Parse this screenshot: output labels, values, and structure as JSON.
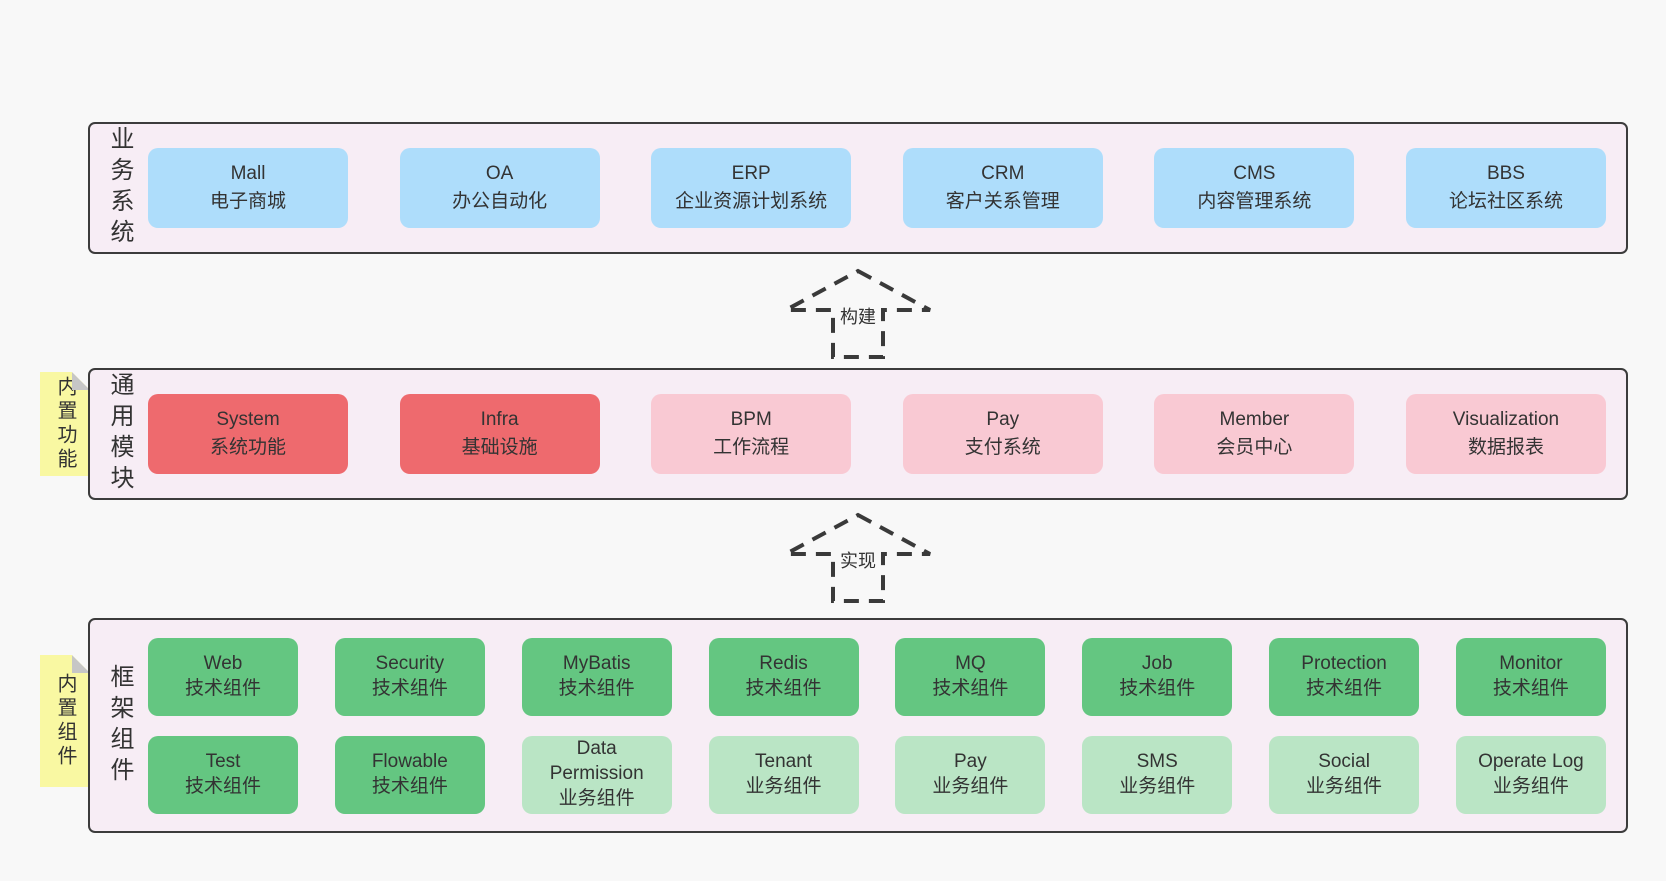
{
  "colors": {
    "page_bg": "#f8f8f8",
    "container_bg": "#f7edf5",
    "container_border": "#3c3c3c",
    "blue": "#aeddfb",
    "red": "#ee6a6e",
    "pink": "#f9c9d3",
    "green_dark": "#64c681",
    "green_light": "#bae5c5",
    "note_yellow": "#f9f8a2",
    "text": "#333333"
  },
  "arrows": [
    {
      "label": "构建"
    },
    {
      "label": "实现"
    }
  ],
  "layers": {
    "business": {
      "label": "业务系统",
      "boxes": [
        {
          "name": "Mall",
          "desc": "电子商城"
        },
        {
          "name": "OA",
          "desc": "办公自动化"
        },
        {
          "name": "ERP",
          "desc": "企业资源计划系统"
        },
        {
          "name": "CRM",
          "desc": "客户关系管理"
        },
        {
          "name": "CMS",
          "desc": "内容管理系统"
        },
        {
          "name": "BBS",
          "desc": "论坛社区系统"
        }
      ]
    },
    "modules": {
      "label": "通用模块",
      "note": "内置功能",
      "boxes": [
        {
          "name": "System",
          "desc": "系统功能"
        },
        {
          "name": "Infra",
          "desc": "基础设施"
        },
        {
          "name": "BPM",
          "desc": "工作流程"
        },
        {
          "name": "Pay",
          "desc": "支付系统"
        },
        {
          "name": "Member",
          "desc": "会员中心"
        },
        {
          "name": "Visualization",
          "desc": "数据报表"
        }
      ]
    },
    "components": {
      "label": "框架组件",
      "note": "内置组件",
      "rows": [
        [
          {
            "name": "Web",
            "desc": "技术组件"
          },
          {
            "name": "Security",
            "desc": "技术组件"
          },
          {
            "name": "MyBatis",
            "desc": "技术组件"
          },
          {
            "name": "Redis",
            "desc": "技术组件"
          },
          {
            "name": "MQ",
            "desc": "技术组件"
          },
          {
            "name": "Job",
            "desc": "技术组件"
          },
          {
            "name": "Protection",
            "desc": "技术组件"
          },
          {
            "name": "Monitor",
            "desc": "技术组件"
          }
        ],
        [
          {
            "name": "Test",
            "desc": "技术组件"
          },
          {
            "name": "Flowable",
            "desc": "技术组件"
          },
          {
            "name": "Data Permission",
            "desc": "业务组件"
          },
          {
            "name": "Tenant",
            "desc": "业务组件"
          },
          {
            "name": "Pay",
            "desc": "业务组件"
          },
          {
            "name": "SMS",
            "desc": "业务组件"
          },
          {
            "name": "Social",
            "desc": "业务组件"
          },
          {
            "name": "Operate Log",
            "desc": "业务组件"
          }
        ]
      ]
    }
  }
}
